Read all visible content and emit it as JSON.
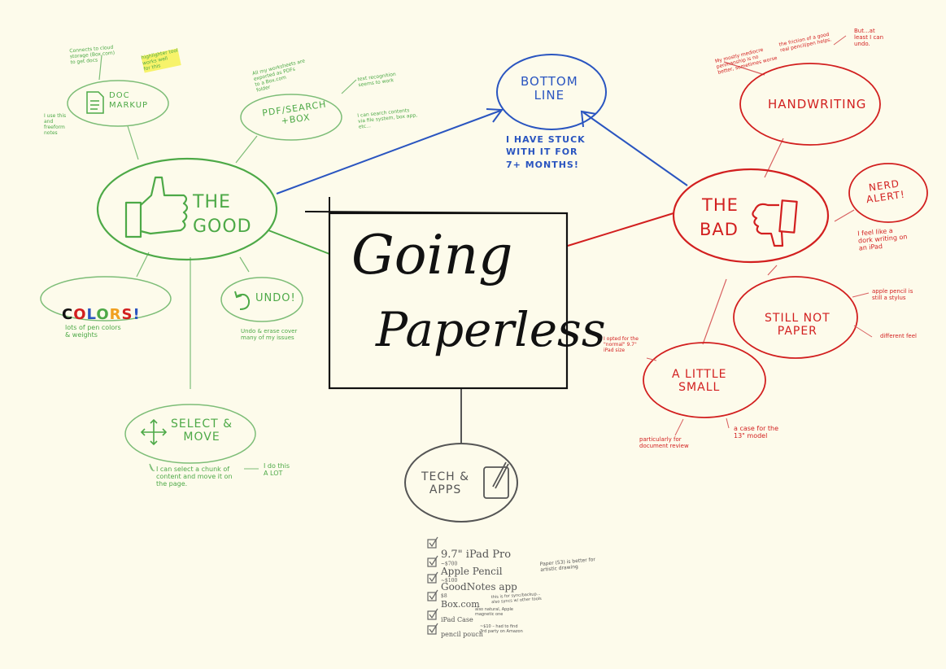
{
  "colors": {
    "background": "#fdfbeb",
    "good": "#4da947",
    "bad": "#d21f1f",
    "bottom_line": "#2a55c0",
    "neutral": "#555555",
    "center_box": "#111111"
  },
  "center": {
    "line1": "Going",
    "line2": "Paperless"
  },
  "good": {
    "title_line1": "THE",
    "title_line2": "GOOD",
    "icon": "thumbs-up-icon",
    "nodes": {
      "doc_markup": {
        "label": "DOC\nMARKUP",
        "icon": "document-icon",
        "note_cloud": "Connects to cloud\nstorage (Box.com)\nto get docs",
        "note_highlight": "highlighter tool\nworks well\nfor this",
        "note_left": "I use this\nand\nfreeform\nnotes"
      },
      "pdf_search": {
        "label": "PDF/SEARCH\n+BOX",
        "note_worksheets": "All my worksheets are\nexported as PDFs\nto a Box.com\nfolder",
        "note_ocr": "text recognition\nseems to work",
        "note_search": "I can search contents\nvia file system, box app,\netc..."
      },
      "colors": {
        "letters": [
          "C",
          "O",
          "L",
          "O",
          "R",
          "S",
          "!"
        ],
        "letter_colors": [
          "#111111",
          "#d21f1f",
          "#2a55c0",
          "#4da947",
          "#f0a020",
          "#d21f1f",
          "#2a55c0"
        ],
        "note": "lots of pen colors\n& weights"
      },
      "undo": {
        "label": "UNDO!",
        "icon": "undo-icon",
        "note": "Undo & erase cover\nmany of my issues"
      },
      "select_move": {
        "label": "SELECT &\nMOVE",
        "icon": "move-arrows-icon",
        "note": "I can select a chunk of\ncontent and move it on\nthe page.",
        "note_lot": "I do this\nA LOT"
      }
    }
  },
  "bottom_line": {
    "title": "BOTTOM\nLINE",
    "note": "I HAVE STUCK\nWITH IT FOR\n7+ MONTHS!"
  },
  "bad": {
    "title_line1": "THE",
    "title_line2": "BAD",
    "icon": "thumbs-down-icon",
    "nodes": {
      "handwriting": {
        "label": "HANDWRITING",
        "note_mediocre": "My mostly mediocre\npenmanship is no\nbetter, sometimes worse",
        "note_friction": "the friction of a good\nreal pencil/pen helps.",
        "note_but": "But...at\nleast I can\nundo."
      },
      "nerd_alert": {
        "label": "NERD\nALERT!",
        "note": "I feel like a\ndork writing on\nan iPad"
      },
      "still_not_paper": {
        "label": "STILL NOT\nPAPER",
        "note_stylus": "apple pencil is\nstill a stylus",
        "note_feel": "different feel"
      },
      "a_little_small": {
        "label": "A LITTLE\nSMALL",
        "note_size": "I opted for the\n\"normal\" 9.7\"\niPad size",
        "note_review": "particularly for\ndocument review",
        "note_case": "a case for the\n13\" model"
      }
    }
  },
  "tech": {
    "title": "TECH &\nAPPS",
    "icon": "ipad-pencil-icon",
    "items": [
      {
        "label": "9.7\" iPad Pro",
        "note": "~$700"
      },
      {
        "label": "Apple Pencil",
        "note": "~$100"
      },
      {
        "label": "GoodNotes app",
        "note": "$8",
        "note2": "Paper (53) is better for\nartistic drawing"
      },
      {
        "label": "Box.com",
        "note": "this is for sync/backup...\nalso syncs w/ other tools"
      },
      {
        "label": "iPad Case",
        "note": "also natural, Apple\nmagnetic one"
      },
      {
        "label": "pencil pouch",
        "note": "~$10 – had to find\n3rd party on Amazon"
      }
    ]
  }
}
